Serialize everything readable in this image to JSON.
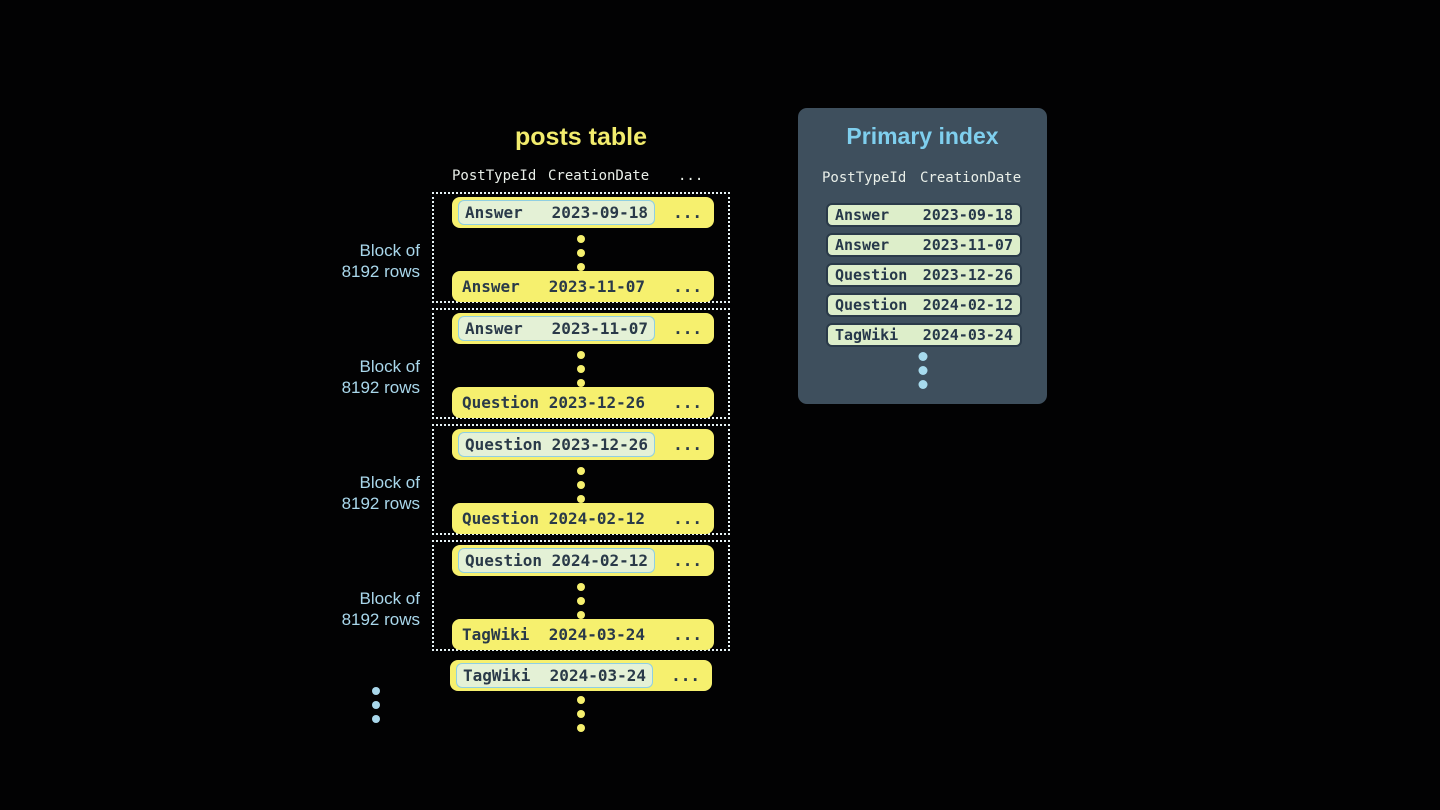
{
  "colors": {
    "background": "#020203",
    "row_yellow": "#f6f06e",
    "row_text_dark": "#2a3a49",
    "highlight_cell_green": "#e4f1d6",
    "highlight_cell_border_blue": "#8fcfe2",
    "block_dotted_border": "#e6f2f5",
    "light_blue_text": "#a9d7eb",
    "panel_background": "#3e4f5d",
    "panel_title_blue": "#7fcfee",
    "index_row_green": "#ddeeca",
    "column_header_text": "#e9efe9"
  },
  "posts_table": {
    "title": "posts table",
    "columns": [
      "PostTypeId",
      "CreationDate",
      "..."
    ],
    "row_ellipsis": "...",
    "block_label": {
      "line1": "Block of",
      "line2": "8192 rows"
    },
    "blocks": [
      {
        "first": {
          "post_type": "Answer",
          "creation_date": "2023-09-18"
        },
        "last": {
          "post_type": "Answer",
          "creation_date": "2023-11-07"
        }
      },
      {
        "first": {
          "post_type": "Answer",
          "creation_date": "2023-11-07"
        },
        "last": {
          "post_type": "Question",
          "creation_date": "2023-12-26"
        }
      },
      {
        "first": {
          "post_type": "Question",
          "creation_date": "2023-12-26"
        },
        "last": {
          "post_type": "Question",
          "creation_date": "2024-02-12"
        }
      },
      {
        "first": {
          "post_type": "Question",
          "creation_date": "2024-02-12"
        },
        "last": {
          "post_type": "TagWiki",
          "creation_date": "2024-03-24"
        }
      }
    ],
    "tail_row": {
      "post_type": "TagWiki",
      "creation_date": "2024-03-24"
    }
  },
  "primary_index": {
    "title": "Primary index",
    "columns": [
      "PostTypeId",
      "CreationDate"
    ],
    "rows": [
      {
        "post_type": "Answer",
        "creation_date": "2023-09-18"
      },
      {
        "post_type": "Answer",
        "creation_date": "2023-11-07"
      },
      {
        "post_type": "Question",
        "creation_date": "2023-12-26"
      },
      {
        "post_type": "Question",
        "creation_date": "2024-02-12"
      },
      {
        "post_type": "TagWiki",
        "creation_date": "2024-03-24"
      }
    ]
  }
}
